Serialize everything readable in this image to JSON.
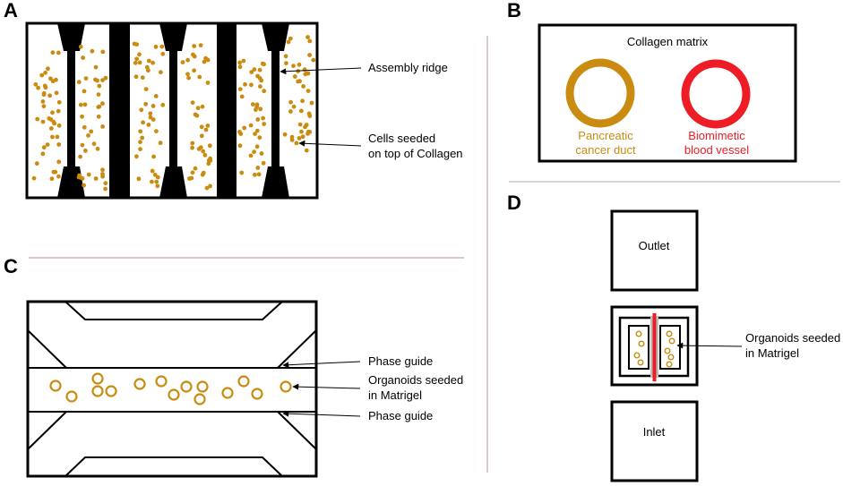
{
  "colors": {
    "cell": "#c98c10",
    "duct": "#c98c10",
    "vessel": "#ee1c24",
    "divider": "#c8a8a8",
    "divider_gray": "#bdbdbd"
  },
  "panels": {
    "a": {
      "letter": "A",
      "assembly_ridge": "Assembly ridge",
      "cells_line1": "Cells seeded",
      "cells_line2": "on top of Collagen"
    },
    "b": {
      "letter": "B",
      "matrix": "Collagen matrix",
      "duct_line1": "Pancreatic",
      "duct_line2": "cancer duct",
      "vessel_line1": "Biomimetic",
      "vessel_line2": "blood vessel"
    },
    "c": {
      "letter": "C",
      "phase_guide_top": "Phase guide",
      "organoids_line1": "Organoids seeded",
      "organoids_line2": "in Matrigel",
      "phase_guide_bottom": "Phase guide"
    },
    "d": {
      "letter": "D",
      "outlet": "Outlet",
      "organoids_line1": "Organoids seeded",
      "organoids_line2": "in Matrigel",
      "inlet": "Inlet"
    }
  }
}
